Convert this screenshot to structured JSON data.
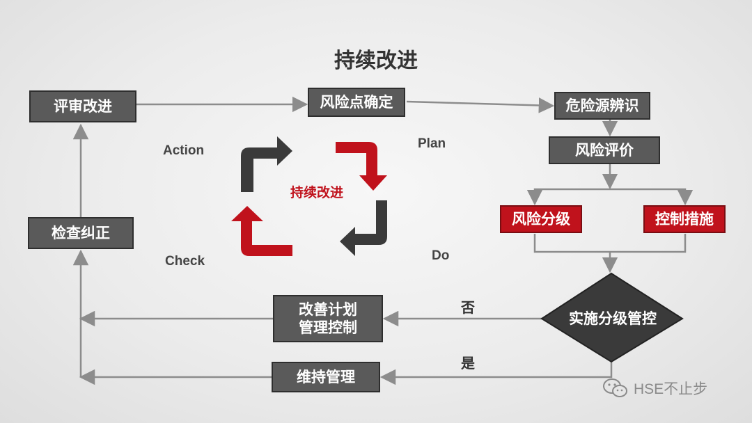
{
  "title": "持续改进",
  "boxes": {
    "review_improve": "评审改进",
    "risk_point": "风险点确定",
    "hazard_identify": "危险源辨识",
    "risk_evaluate": "风险评价",
    "risk_grading": "风险分级",
    "control_measures": "控制措施",
    "inspect_correct": "检查纠正",
    "improve_plan_line1": "改善计划",
    "improve_plan_line2": "管理控制",
    "maintain_manage": "维持管理",
    "decision": "实施分级管控"
  },
  "cycle": {
    "center": "持续改进",
    "action": "Action",
    "plan": "Plan",
    "check": "Check",
    "do": "Do"
  },
  "branches": {
    "no": "否",
    "yes": "是"
  },
  "watermark": "HSE不止步",
  "colors": {
    "box_gray": "#5a5a5a",
    "box_red": "#c0121c",
    "arrow_dark": "#3a3a3a",
    "line_gray": "#8c8c8c"
  }
}
